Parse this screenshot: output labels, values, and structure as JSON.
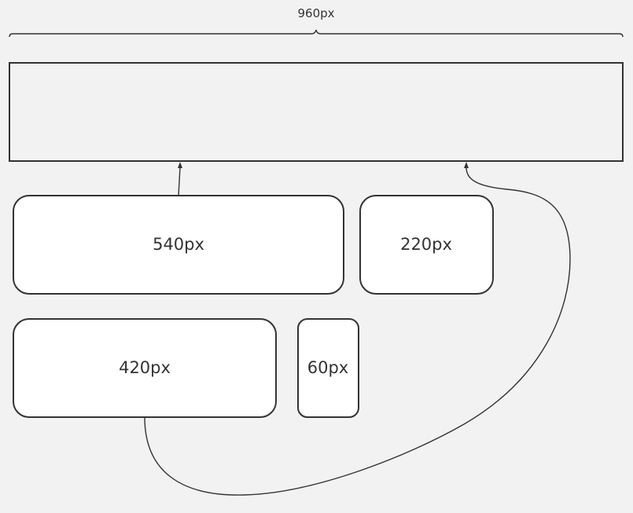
{
  "diagram": {
    "width_label": "960px",
    "container": {
      "label": ""
    },
    "boxes": [
      {
        "id": "box-540",
        "label": "540px"
      },
      {
        "id": "box-220",
        "label": "220px"
      },
      {
        "id": "box-420",
        "label": "420px"
      },
      {
        "id": "box-60",
        "label": "60px"
      }
    ],
    "connectors": [
      {
        "from": "box-540",
        "to": "container"
      },
      {
        "from": "box-420",
        "to": "container"
      }
    ]
  }
}
